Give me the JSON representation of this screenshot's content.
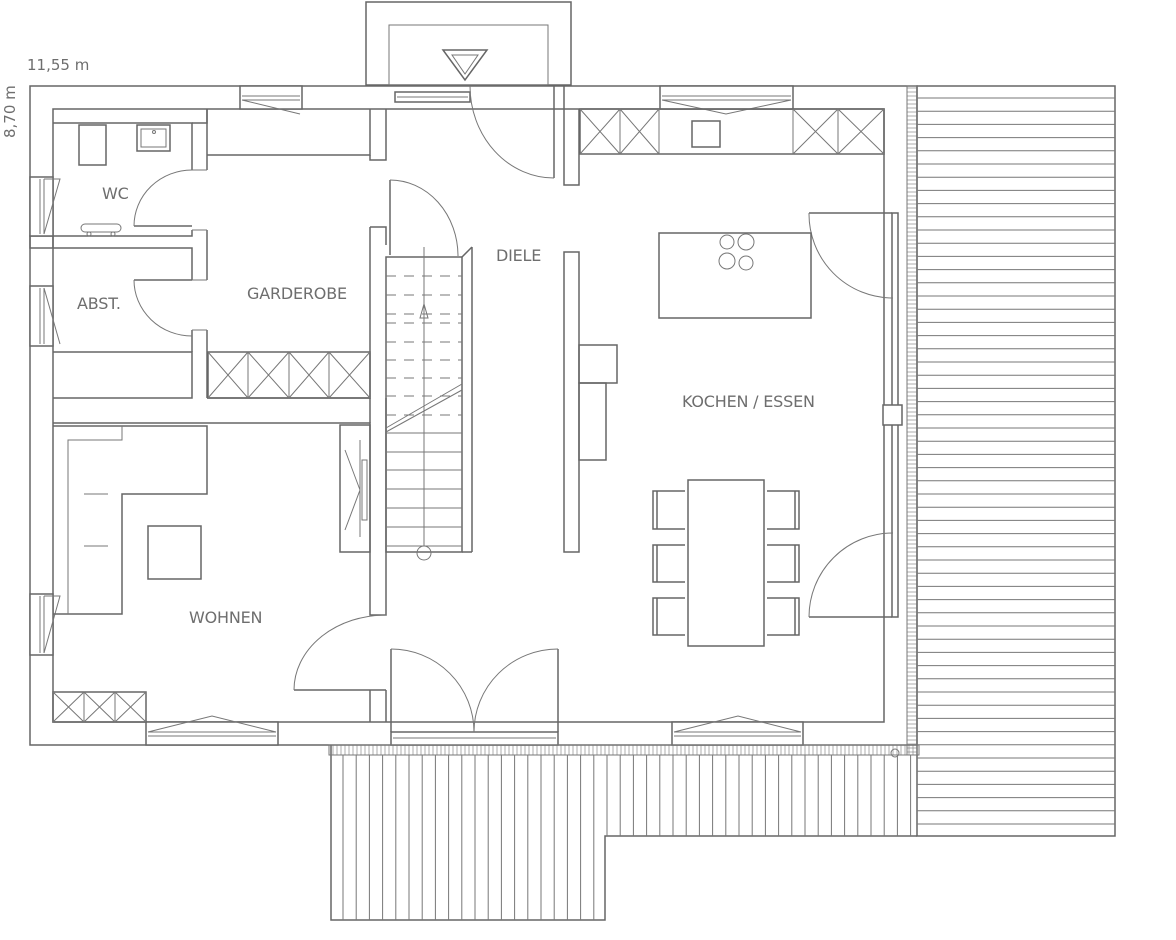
{
  "dimensions": {
    "width": "11,55 m",
    "depth": "8,70 m"
  },
  "rooms": {
    "wc": "WC",
    "storage": "ABST.",
    "cloakroom": "GARDEROBE",
    "hall": "DIELE",
    "kitchen_dining": "KOCHEN / ESSEN",
    "living": "WOHNEN"
  },
  "colors": {
    "line": "#666666",
    "text": "#6e6e6e",
    "background": "#ffffff"
  }
}
